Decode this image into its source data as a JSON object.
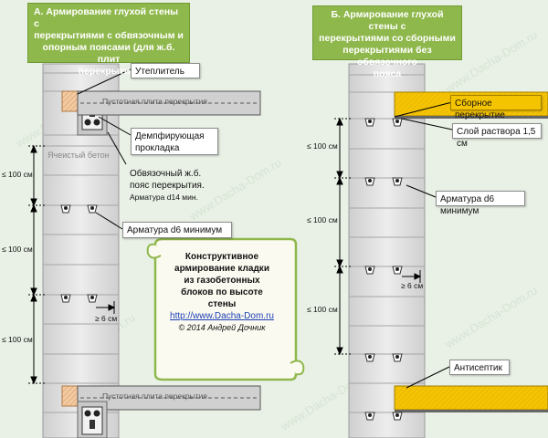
{
  "watermark": "www.Dacha-Dom.ru",
  "panel_a": {
    "title_lines": [
      "А. Армирование глухой стены с",
      "перекрытиями с обвязочным  и",
      "опорным поясами (для ж.б. плит",
      "перекрытий)"
    ],
    "label_insulation": "Утеплитель",
    "slab_top": "Пустотная плита перекрытия",
    "slab_bottom": "Пустотная плита перекрытия",
    "label_damper": [
      "Демпфирующая",
      "прокладка"
    ],
    "aerated": "Ячеистый бетон",
    "label_bond_beam": [
      "Обвязочный ж.б.",
      "пояс перекрытия."
    ],
    "label_bond_beam_note": "Арматура d14 мин.",
    "label_rebar": "Арматура d6 минимум",
    "dims": [
      "≤ 100 см",
      "≤ 100 см",
      "≤ 100 см"
    ],
    "offset": "≥ 6 см"
  },
  "panel_b": {
    "title_lines": [
      "Б. Армирование глухой стены с",
      "перекрытиями со сборными",
      "перекрытиями без обвязочного",
      "пояса"
    ],
    "label_prefab": "Сборное перекрытие",
    "label_mortar": "Слой раствора 1,5 см",
    "label_rebar": "Арматура d6 минимум",
    "label_antiseptic": "Антисептик",
    "dims": [
      "≤ 100 см",
      "≤ 100 см",
      "≤ 100 см"
    ],
    "offset": "≥ 6 см"
  },
  "scroll": {
    "heading": [
      "Конструктивное",
      "армирование кладки",
      "из газобетонных",
      "блоков по высоте",
      "стены"
    ],
    "link": [
      "http://www.Dacha-",
      "Dom.ru"
    ],
    "copyright": "© 2014 Андрей Дочник"
  },
  "colors": {
    "background": "#e9f1e6",
    "title_bg": "#8fb84c",
    "block_face": "#dcdcdc",
    "insulation": "#f3c9a0",
    "prefab_slab": "#f5c400",
    "dim_line": "#000000"
  }
}
